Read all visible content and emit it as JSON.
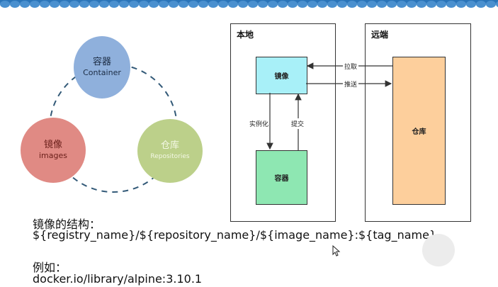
{
  "colors": {
    "container_circle": "#8fb0dc",
    "images_circle": "#e08a84",
    "repo_circle": "#bcd08a",
    "image_node": "#a8f0f8",
    "container_node": "#8ee7b2",
    "repo_node": "#fdcf9c",
    "dashed_ring": "#335a78"
  },
  "concept": {
    "container": {
      "title": "容器",
      "subtitle": "Container"
    },
    "images": {
      "title": "镜像",
      "subtitle": "images"
    },
    "repositories": {
      "title": "仓库",
      "subtitle": "Repositories"
    }
  },
  "flow": {
    "local": {
      "title": "本地",
      "image_node": "镜像",
      "container_node": "容器",
      "instantiate_label": "实例化",
      "commit_label": "提交"
    },
    "remote": {
      "title": "远端",
      "repo_node": "仓库"
    },
    "pull_label": "拉取",
    "push_label": "推送"
  },
  "notes": {
    "structure_heading": "镜像的结构：",
    "structure_value": "${registry_name}/${repository_name}/${image_name}:${tag_name}",
    "example_heading": "例如：",
    "example_value": "docker.io/library/alpine:3.10.1"
  }
}
